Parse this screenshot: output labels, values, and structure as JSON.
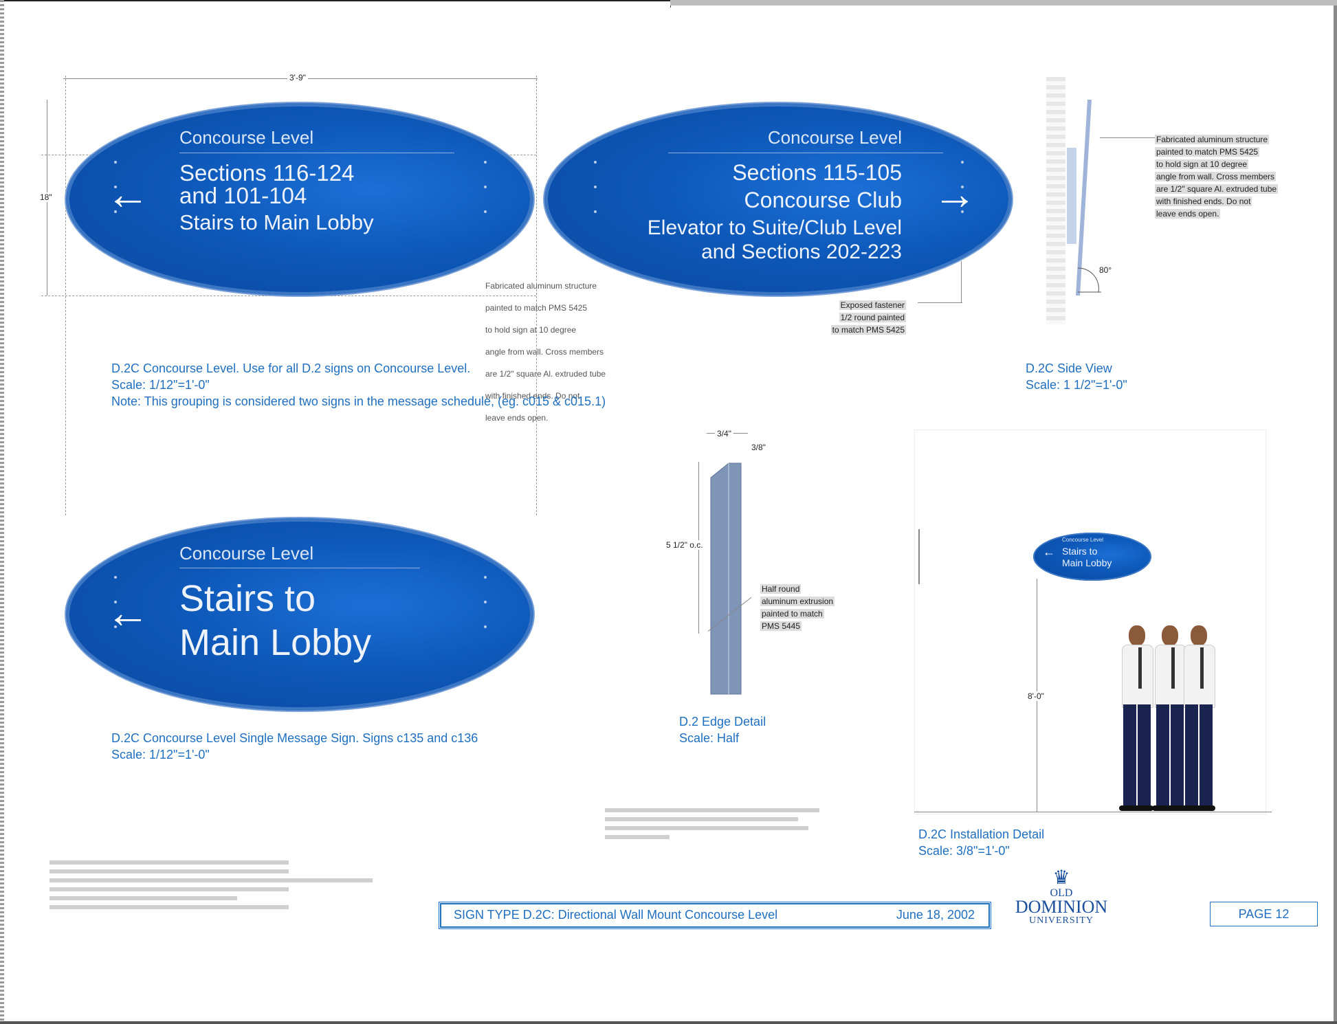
{
  "signs": {
    "top_left": {
      "level": "Concourse Level",
      "lines": [
        "Sections 116-124",
        "and 101-104",
        "Stairs to Main Lobby"
      ],
      "arrow": "←"
    },
    "top_right": {
      "level": "Concourse Level",
      "lines": [
        "Sections 115-105",
        "Concourse Club",
        "Elevator to Suite/Club Level",
        "and Sections 202-223"
      ],
      "arrow": "→"
    },
    "single": {
      "level": "Concourse Level",
      "lines": [
        "Stairs to",
        "Main Lobby"
      ],
      "arrow": "←"
    },
    "install": {
      "level": "Concourse Level",
      "lines": [
        "Stairs to",
        "Main Lobby"
      ],
      "arrow": "←"
    }
  },
  "dimensions": {
    "width": "3'-9\"",
    "height": "18\"",
    "edge_top": "3/4\"",
    "edge_side": "3/8\"",
    "edge_spacing": "5 1/2\" o.c.",
    "angle": "80°",
    "install_height": "8'-0\""
  },
  "notes": {
    "structure": [
      "Fabricated aluminum structure",
      "painted to match PMS 5425",
      "to hold sign at 10 degree",
      "angle from wall. Cross members",
      "are 1/2\" square Al. extruded tube",
      "with finished ends. Do not",
      "leave ends open."
    ],
    "fastener": [
      "Exposed fastener",
      "1/2 round painted",
      "to match PMS 5425"
    ],
    "extrusion": [
      "Half round",
      "aluminum extrusion",
      "painted to match",
      "PMS 5445"
    ]
  },
  "captions": {
    "main": [
      "D.2C Concourse Level. Use for all D.2 signs on Concourse Level.",
      "Scale: 1/12\"=1'-0\"",
      "Note: This grouping is considered two signs in the message schedule, (eg. c015 & c015.1)"
    ],
    "side": [
      "D.2C Side View",
      "Scale: 1 1/2\"=1'-0\""
    ],
    "single": [
      "D.2C Concourse Level Single Message Sign. Signs c135 and c136",
      "Scale: 1/12\"=1'-0\""
    ],
    "edge": [
      "D.2 Edge Detail",
      "Scale: Half"
    ],
    "install": [
      "D.2C Installation Detail",
      "Scale: 3/8\"=1'-0\""
    ]
  },
  "footer": {
    "title": "SIGN TYPE D.2C: Directional Wall Mount Concourse Level",
    "date": "June 18, 2002",
    "page": "PAGE 12",
    "logo_line1": "OLD",
    "logo_line2": "DOMINION",
    "logo_line3": "UNIVERSITY"
  },
  "colors": {
    "sign_blue": "#0d58b8",
    "caption_blue": "#1f6fc1"
  }
}
